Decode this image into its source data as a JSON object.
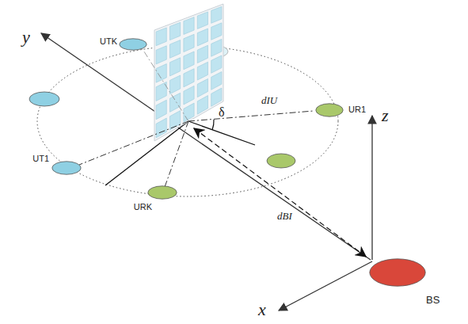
{
  "diagram": {
    "nodes": [
      {
        "text": [
          "UTK"
        ]
      },
      {
        "text": [
          "UT1"
        ]
      },
      {
        "text": [
          "UR1"
        ]
      },
      {
        "text": [
          "URK"
        ]
      },
      {
        "text": [
          "BS"
        ]
      }
    ],
    "labels": [
      "y",
      "z",
      "x",
      "δ",
      "dIU",
      "dBI"
    ]
  }
}
